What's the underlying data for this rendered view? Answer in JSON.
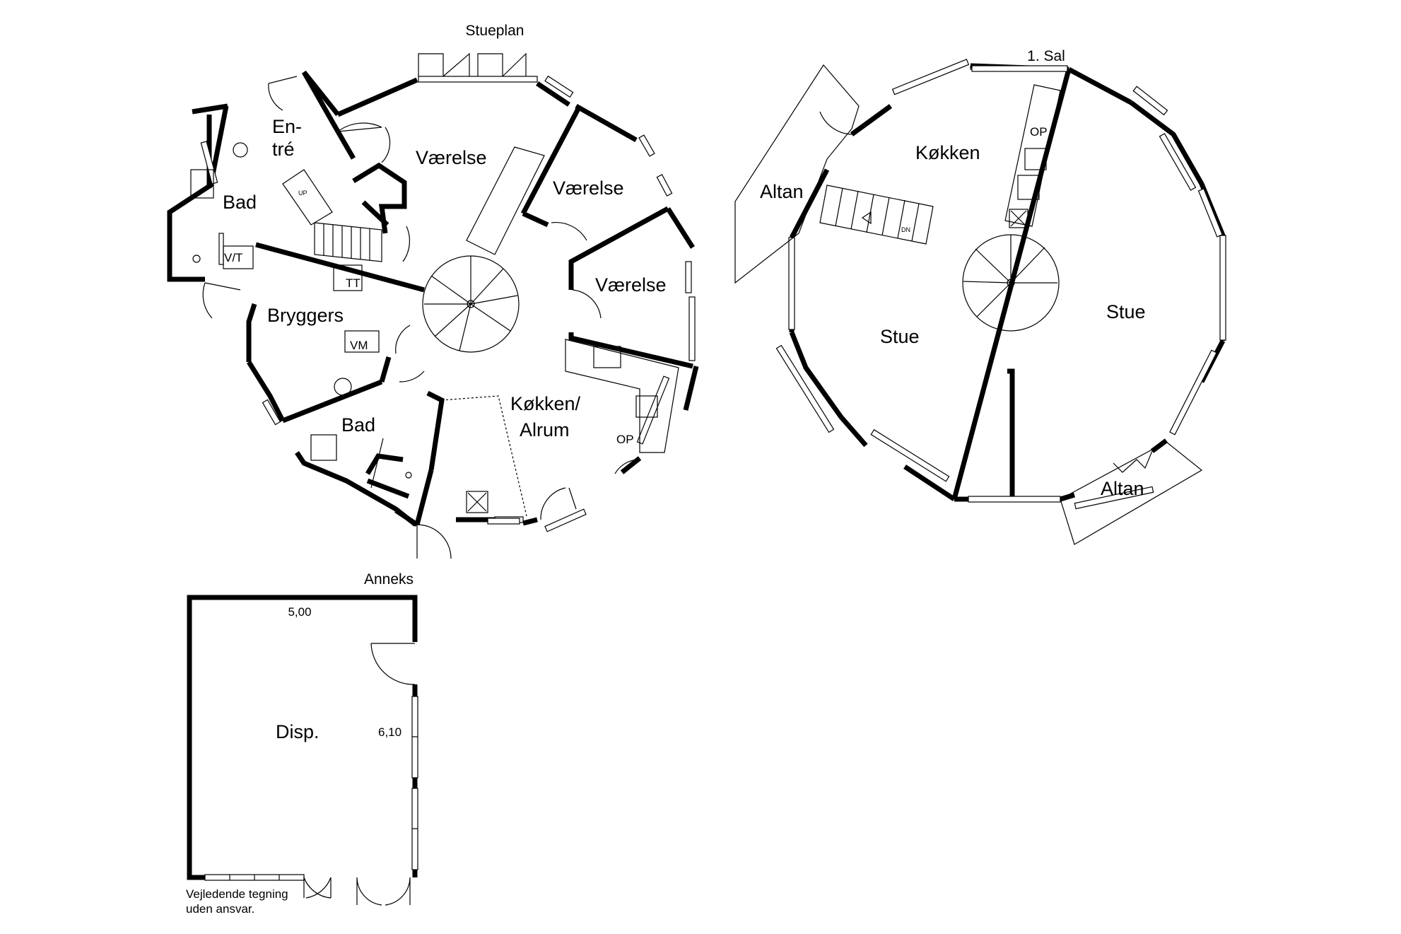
{
  "labels": {
    "stueplan": "Stueplan",
    "sal": "1. Sal",
    "anneks": "Anneks",
    "disclaimer_line1": "Vejledende tegning",
    "disclaimer_line2": "uden ansvar."
  },
  "ground_floor": {
    "rooms": {
      "entre_1": "En-",
      "entre_2": "tré",
      "bad_1": "Bad",
      "vaerelse_1": "Værelse",
      "vaerelse_2": "Værelse",
      "vaerelse_3": "Værelse",
      "bryggers": "Bryggers",
      "bad_2": "Bad",
      "kokken_1": "Køkken/",
      "kokken_2": "Alrum"
    },
    "fixtures": {
      "vt": "V/T",
      "tt": "TT",
      "vm": "VM",
      "op": "OP",
      "up": "UP"
    }
  },
  "first_floor": {
    "rooms": {
      "altan_1": "Altan",
      "kokken": "Køkken",
      "stue_1": "Stue",
      "stue_2": "Stue",
      "altan_2": "Altan"
    },
    "fixtures": {
      "op": "OP",
      "dn": "DN"
    }
  },
  "annex": {
    "room": "Disp.",
    "width_dim": "5,00",
    "depth_dim": "6,10"
  }
}
